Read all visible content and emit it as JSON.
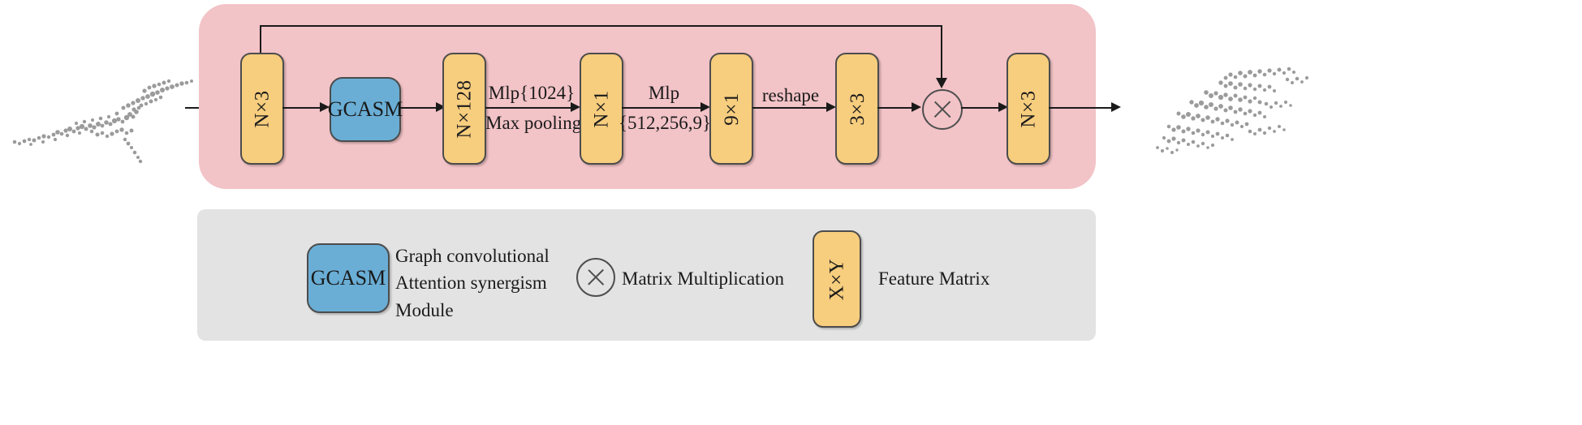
{
  "figure": {
    "type": "neural-network-architecture-diagram",
    "panels": {
      "pipeline_bg_color": "#f2c3c7",
      "legend_bg_color": "#e4e3e3",
      "feature_box_color": "#f7cd7e",
      "module_box_color": "#6aaed6"
    }
  },
  "pipeline": {
    "input_cloud_name": "input-point-cloud",
    "output_cloud_name": "output-point-cloud",
    "blocks": [
      {
        "id": "b1",
        "label": "N×3",
        "kind": "feature-matrix"
      },
      {
        "id": "b2",
        "label": "GCASM",
        "kind": "module"
      },
      {
        "id": "b3",
        "label": "N×128",
        "kind": "feature-matrix"
      },
      {
        "id": "b4",
        "label": "N×1",
        "kind": "feature-matrix"
      },
      {
        "id": "b5",
        "label": "9×1",
        "kind": "feature-matrix"
      },
      {
        "id": "b6",
        "label": "3×3",
        "kind": "feature-matrix"
      },
      {
        "id": "b7",
        "label": "×",
        "kind": "matrix-multiply"
      },
      {
        "id": "b8",
        "label": "N×3",
        "kind": "feature-matrix"
      }
    ],
    "edge_labels": {
      "mlp1024_line1": "Mlp{1024}",
      "mlp1024_line2": "Max pooling",
      "mlp2_line1": "Mlp",
      "mlp2_line2": "{512,256,9}",
      "reshape": "reshape"
    },
    "skip_connection": "residual from N×3 to matrix multiplication"
  },
  "legend": {
    "items": [
      {
        "symbol": "GCASM",
        "symbol_kind": "module-box",
        "desc_lines": [
          "Graph convolutional",
          "Attention synergism",
          "Module"
        ]
      },
      {
        "symbol": "×",
        "symbol_kind": "circle-times",
        "desc_lines": [
          "Matrix Multiplication"
        ]
      },
      {
        "symbol": "X×Y",
        "symbol_kind": "feature-box",
        "desc_lines": [
          "Feature Matrix"
        ]
      }
    ]
  }
}
